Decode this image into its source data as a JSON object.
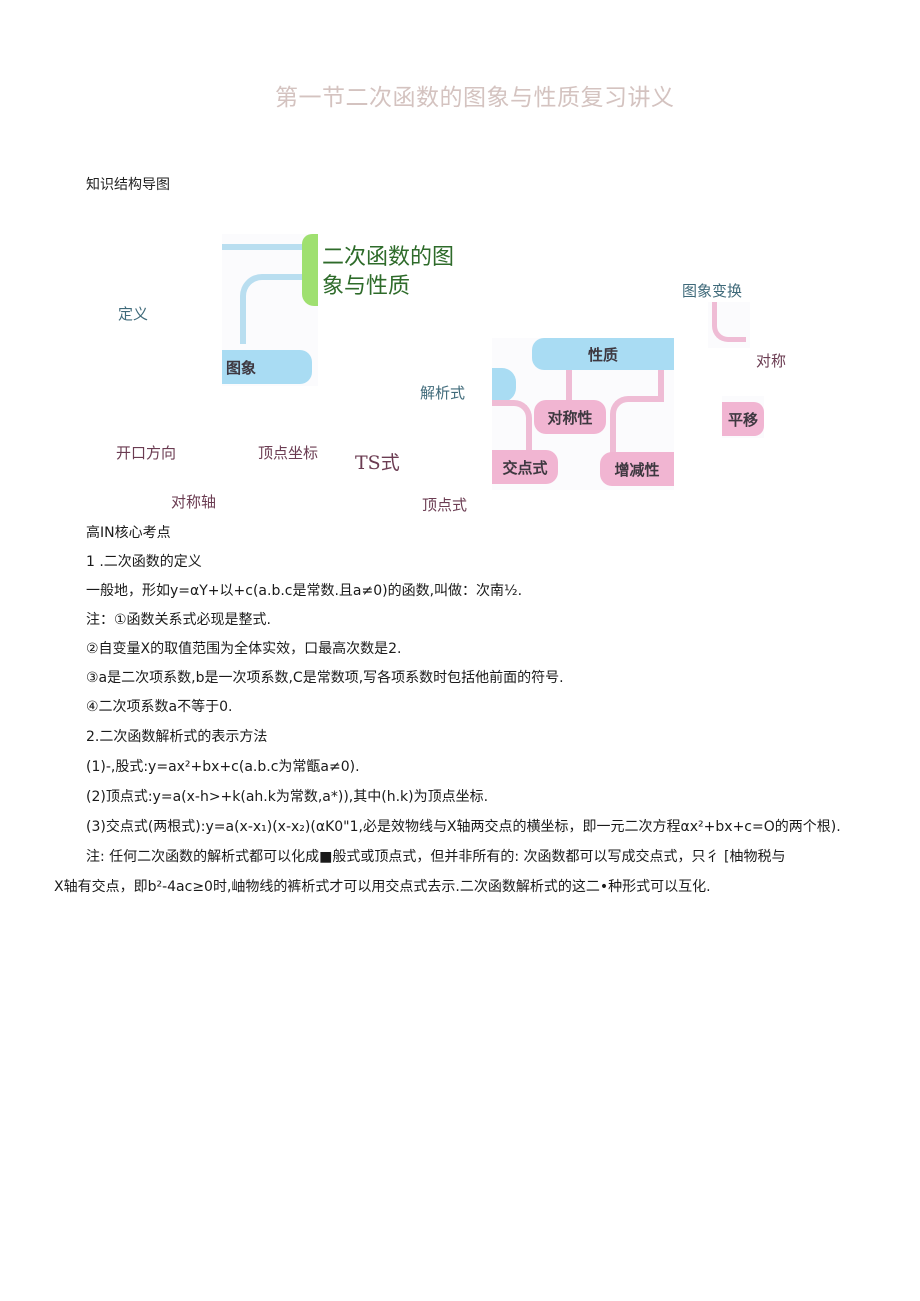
{
  "document": {
    "title": "第一节二次函数的图象与性质复习讲义",
    "section_mindmap_heading": "知识结构导图",
    "mindmap": {
      "center": "二次函数的图象与性质",
      "nodes": {
        "definition": "定义",
        "image": "图象",
        "analytic": "解析式",
        "property": "性质",
        "symmetry_prop": "对称性",
        "intersection_form": "交点式",
        "monotonic": "增减性",
        "transform": "图象变换",
        "symmetry": "对称",
        "translate": "平移",
        "opening": "开口方向",
        "vertex_coord": "顶点坐标",
        "general_form": "TS式",
        "axis": "对称轴",
        "vertex_form": "顶点式"
      }
    },
    "section_core_heading": "高IN核心考点",
    "lines": [
      "1  .二次函数的定义",
      "一般地，形如y=αY+以+c(a.b.c是常数.且a≠0)的函数,叫做：次南½.",
      "注：①函数关系式必现是整式.",
      "②自变量X的取值范围为全体实效，口最高次数是2.",
      "③a是二次项系数,b是一次项系数,C是常数项,写各项系数时包括他前面的符号.",
      "④二次项系数a不等于0.",
      "2.二次函数解析式的表示方法",
      "(1)-,股式:y=ax²+bx+c(a.b.c为常甑a≠0).",
      "(2)顶点式:y=a(x-h>+k(ah.k为常数,a*)),其中(h.k)为顶点坐标.",
      "(3)交点式(两根式):y=a(x-x₁)(x-x₂)(αK0\"1,必是效物线与X轴两交点的横坐标，即一元二次方程αx²+bx+c=O的两个根).",
      "注: 任何二次函数的解析式都可以化成■般式或顶点式，但并非所有的: 次函数都可以写成交点式，只彳 [柚物税与",
      "X轴有交点，即b²-4ac≥0时,岫物线的裤析式才可以用交点式去示.二次函数解析式的这二•种形式可以互化."
    ]
  }
}
